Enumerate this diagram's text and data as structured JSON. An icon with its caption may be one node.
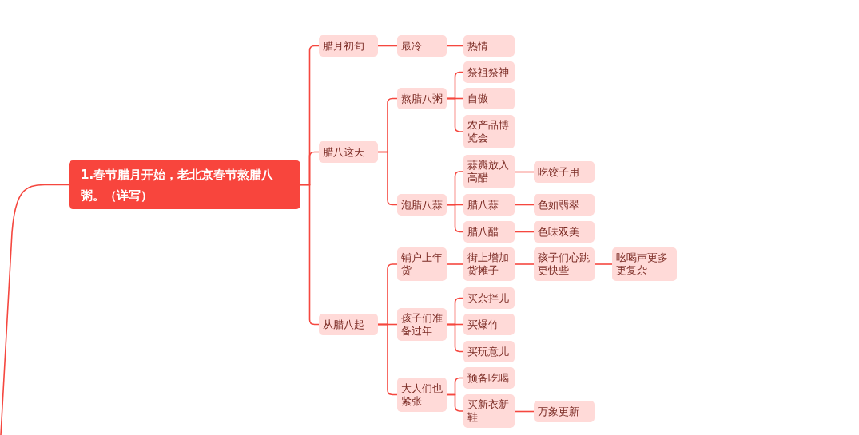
{
  "diagram": {
    "nodes": [
      {
        "text": [
          "1.春节腊月开始，老北京春节熬腊八粥。（详写）"
        ]
      },
      {
        "text": [
          "腊月初旬"
        ]
      },
      {
        "text": [
          "最冷"
        ]
      },
      {
        "text": [
          "热情"
        ]
      },
      {
        "text": [
          "腊八这天"
        ]
      },
      {
        "text": [
          "熬腊八粥"
        ]
      },
      {
        "text": [
          "祭祖祭神"
        ]
      },
      {
        "text": [
          "自傲"
        ]
      },
      {
        "text": [
          "农产品博览会"
        ]
      },
      {
        "text": [
          "泡腊八蒜"
        ]
      },
      {
        "text": [
          "蒜瓣放入高醋"
        ]
      },
      {
        "text": [
          "吃饺子用"
        ]
      },
      {
        "text": [
          "腊八蒜"
        ]
      },
      {
        "text": [
          "色如翡翠"
        ]
      },
      {
        "text": [
          "腊八醋"
        ]
      },
      {
        "text": [
          "色味双美"
        ]
      },
      {
        "text": [
          "从腊八起"
        ]
      },
      {
        "text": [
          "铺户上年货"
        ]
      },
      {
        "text": [
          "街上增加货摊子"
        ]
      },
      {
        "text": [
          "孩子们心跳更快些"
        ]
      },
      {
        "text": [
          "吆喝声更多更复杂"
        ]
      },
      {
        "text": [
          "孩子们准备过年"
        ]
      },
      {
        "text": [
          "买杂拌儿"
        ]
      },
      {
        "text": [
          "买爆竹"
        ]
      },
      {
        "text": [
          "买玩意儿"
        ]
      },
      {
        "text": [
          "大人们也紧张"
        ]
      },
      {
        "text": [
          "预备吃喝"
        ]
      },
      {
        "text": [
          "买新衣新鞋"
        ]
      },
      {
        "text": [
          "万象更新"
        ]
      }
    ],
    "edges": [
      {
        "from": null,
        "to": 0,
        "arrow": "none"
      },
      {
        "from": 0,
        "to": 1,
        "arrow": "none"
      },
      {
        "from": 1,
        "to": 2,
        "arrow": "none"
      },
      {
        "from": 2,
        "to": 3,
        "arrow": "none"
      },
      {
        "from": 0,
        "to": 4,
        "arrow": "none"
      },
      {
        "from": 4,
        "to": 5,
        "arrow": "none"
      },
      {
        "from": 5,
        "to": 6,
        "arrow": "none"
      },
      {
        "from": 5,
        "to": 7,
        "arrow": "none"
      },
      {
        "from": 5,
        "to": 8,
        "arrow": "none"
      },
      {
        "from": 4,
        "to": 9,
        "arrow": "none"
      },
      {
        "from": 9,
        "to": 10,
        "arrow": "none"
      },
      {
        "from": 10,
        "to": 11,
        "arrow": "none"
      },
      {
        "from": 9,
        "to": 12,
        "arrow": "none"
      },
      {
        "from": 12,
        "to": 13,
        "arrow": "none"
      },
      {
        "from": 9,
        "to": 14,
        "arrow": "none"
      },
      {
        "from": 14,
        "to": 15,
        "arrow": "none"
      },
      {
        "from": 0,
        "to": 16,
        "arrow": "none"
      },
      {
        "from": 16,
        "to": 17,
        "arrow": "none"
      },
      {
        "from": 17,
        "to": 18,
        "arrow": "none"
      },
      {
        "from": 18,
        "to": 19,
        "arrow": "none"
      },
      {
        "from": 19,
        "to": 20,
        "arrow": "none"
      },
      {
        "from": 16,
        "to": 21,
        "arrow": "none"
      },
      {
        "from": 21,
        "to": 22,
        "arrow": "none"
      },
      {
        "from": 21,
        "to": 23,
        "arrow": "none"
      },
      {
        "from": 21,
        "to": 24,
        "arrow": "none"
      },
      {
        "from": 16,
        "to": 25,
        "arrow": "none"
      },
      {
        "from": 25,
        "to": 26,
        "arrow": "none"
      },
      {
        "from": 25,
        "to": 27,
        "arrow": "none"
      },
      {
        "from": 27,
        "to": 28,
        "arrow": "none"
      }
    ]
  }
}
